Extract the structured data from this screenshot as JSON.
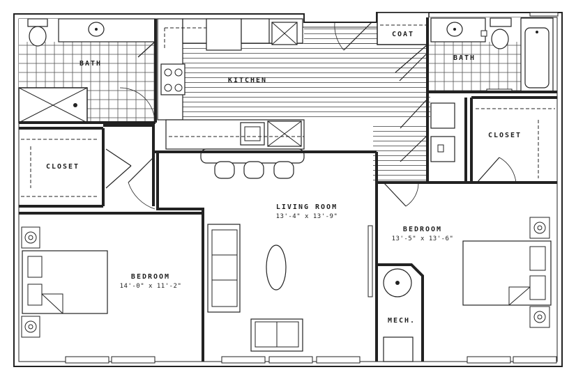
{
  "rooms": {
    "bath_left": {
      "name": "BATH"
    },
    "kitchen": {
      "name": "KITCHEN"
    },
    "coat": {
      "name": "COAT"
    },
    "bath_right": {
      "name": "BATH"
    },
    "closet_left": {
      "name": "CLOSET"
    },
    "closet_right": {
      "name": "CLOSET"
    },
    "living_room": {
      "name": "LIVING ROOM",
      "dimensions": "13'-4\" x 13'-9\""
    },
    "bedroom_left": {
      "name": "BEDROOM",
      "dimensions": "14'-0\" x 11'-2\""
    },
    "bedroom_right": {
      "name": "BEDROOM",
      "dimensions": "13'-5\" x 13'-6\""
    },
    "mech": {
      "name": "MECH."
    }
  }
}
